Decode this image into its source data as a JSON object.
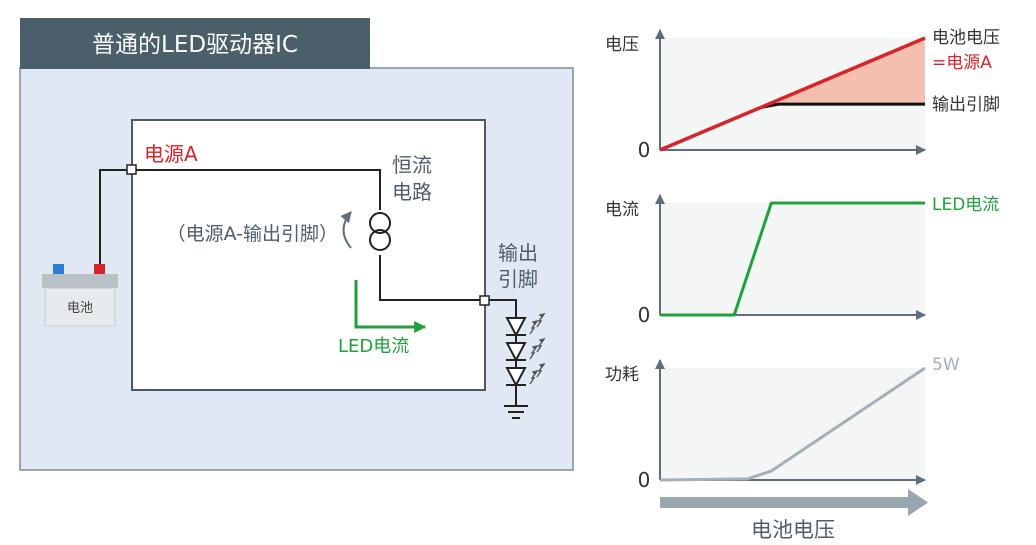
{
  "circuit": {
    "title": "普通的LED驱动器IC",
    "power_label": "电源A",
    "cc_line1": "恒流",
    "cc_line2": "电路",
    "voltage_expr": "（电源A-输出引脚）",
    "output_line1": "输出",
    "output_line2": "引脚",
    "led_current_label": "LED电流",
    "battery_label": "电池"
  },
  "colors": {
    "header": "#4b5f6b",
    "panel_fill": "#dfe8f3",
    "power_red": "#d8232a",
    "led_green": "#1fa13c",
    "power_gray": "#a3b0b8",
    "axis_gray": "#5e6e7c",
    "loss_fill": "#f4bfae"
  },
  "chart_data": [
    {
      "type": "line",
      "ylabel": "电压",
      "origin_label": "0",
      "shaded_region": "电池电压 - 输出引脚",
      "series": [
        {
          "name": "电池电压",
          "name_line2": "=电源A",
          "x": [
            0,
            1
          ],
          "y": [
            0,
            1
          ],
          "color": "#d8232a"
        },
        {
          "name": "输出引脚",
          "x": [
            0,
            0.38,
            0.45,
            1
          ],
          "y": [
            0,
            0.38,
            0.41,
            0.41
          ],
          "color": "#111111"
        }
      ]
    },
    {
      "type": "line",
      "ylabel": "电流",
      "origin_label": "0",
      "series": [
        {
          "name": "LED电流",
          "x": [
            0,
            0.28,
            0.42,
            1
          ],
          "y": [
            0,
            0,
            1,
            1
          ],
          "color": "#1fa13c"
        }
      ]
    },
    {
      "type": "line",
      "ylabel": "功耗",
      "origin_label": "0",
      "xlabel": "电池电压",
      "series": [
        {
          "name": "5W",
          "x": [
            0,
            0.33,
            0.42,
            1
          ],
          "y": [
            0,
            0.01,
            0.08,
            1
          ],
          "color": "#a3b0b8"
        }
      ]
    }
  ]
}
